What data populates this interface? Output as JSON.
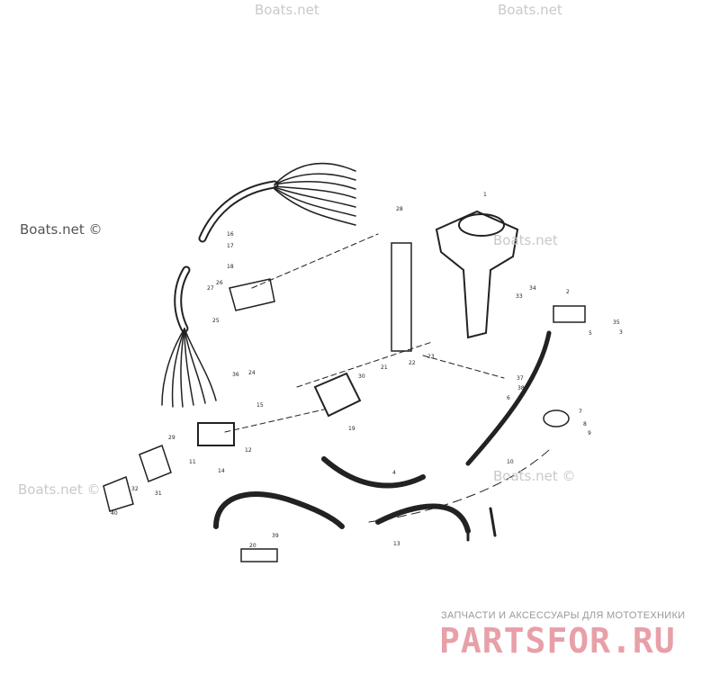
{
  "watermarks": {
    "top_center": "Boats.net",
    "top_right": "Boats.net",
    "left": "Boats.net ©",
    "mid_right": "Boats.net",
    "lower_right": "Boats.net ©",
    "bottom_left": "Boats.net ©"
  },
  "logo": {
    "tagline": "ЗАПЧАСТИ И АКСЕССУАРЫ ДЛЯ МОТОТЕХНИКИ",
    "brand": "PARTSFOR.RU"
  },
  "callouts": [
    "1",
    "2",
    "3",
    "4",
    "5",
    "6",
    "7",
    "8",
    "9",
    "10",
    "11",
    "12",
    "13",
    "14",
    "15",
    "16",
    "17",
    "18",
    "19",
    "20",
    "21",
    "22",
    "23",
    "24",
    "25",
    "26",
    "27",
    "28",
    "29",
    "30",
    "31",
    "32",
    "33",
    "34",
    "35",
    "36",
    "37",
    "38",
    "39",
    "40"
  ],
  "colors": {
    "line": "#222222",
    "watermark": "#c9c9c9",
    "logo": "#e8a0a8"
  }
}
